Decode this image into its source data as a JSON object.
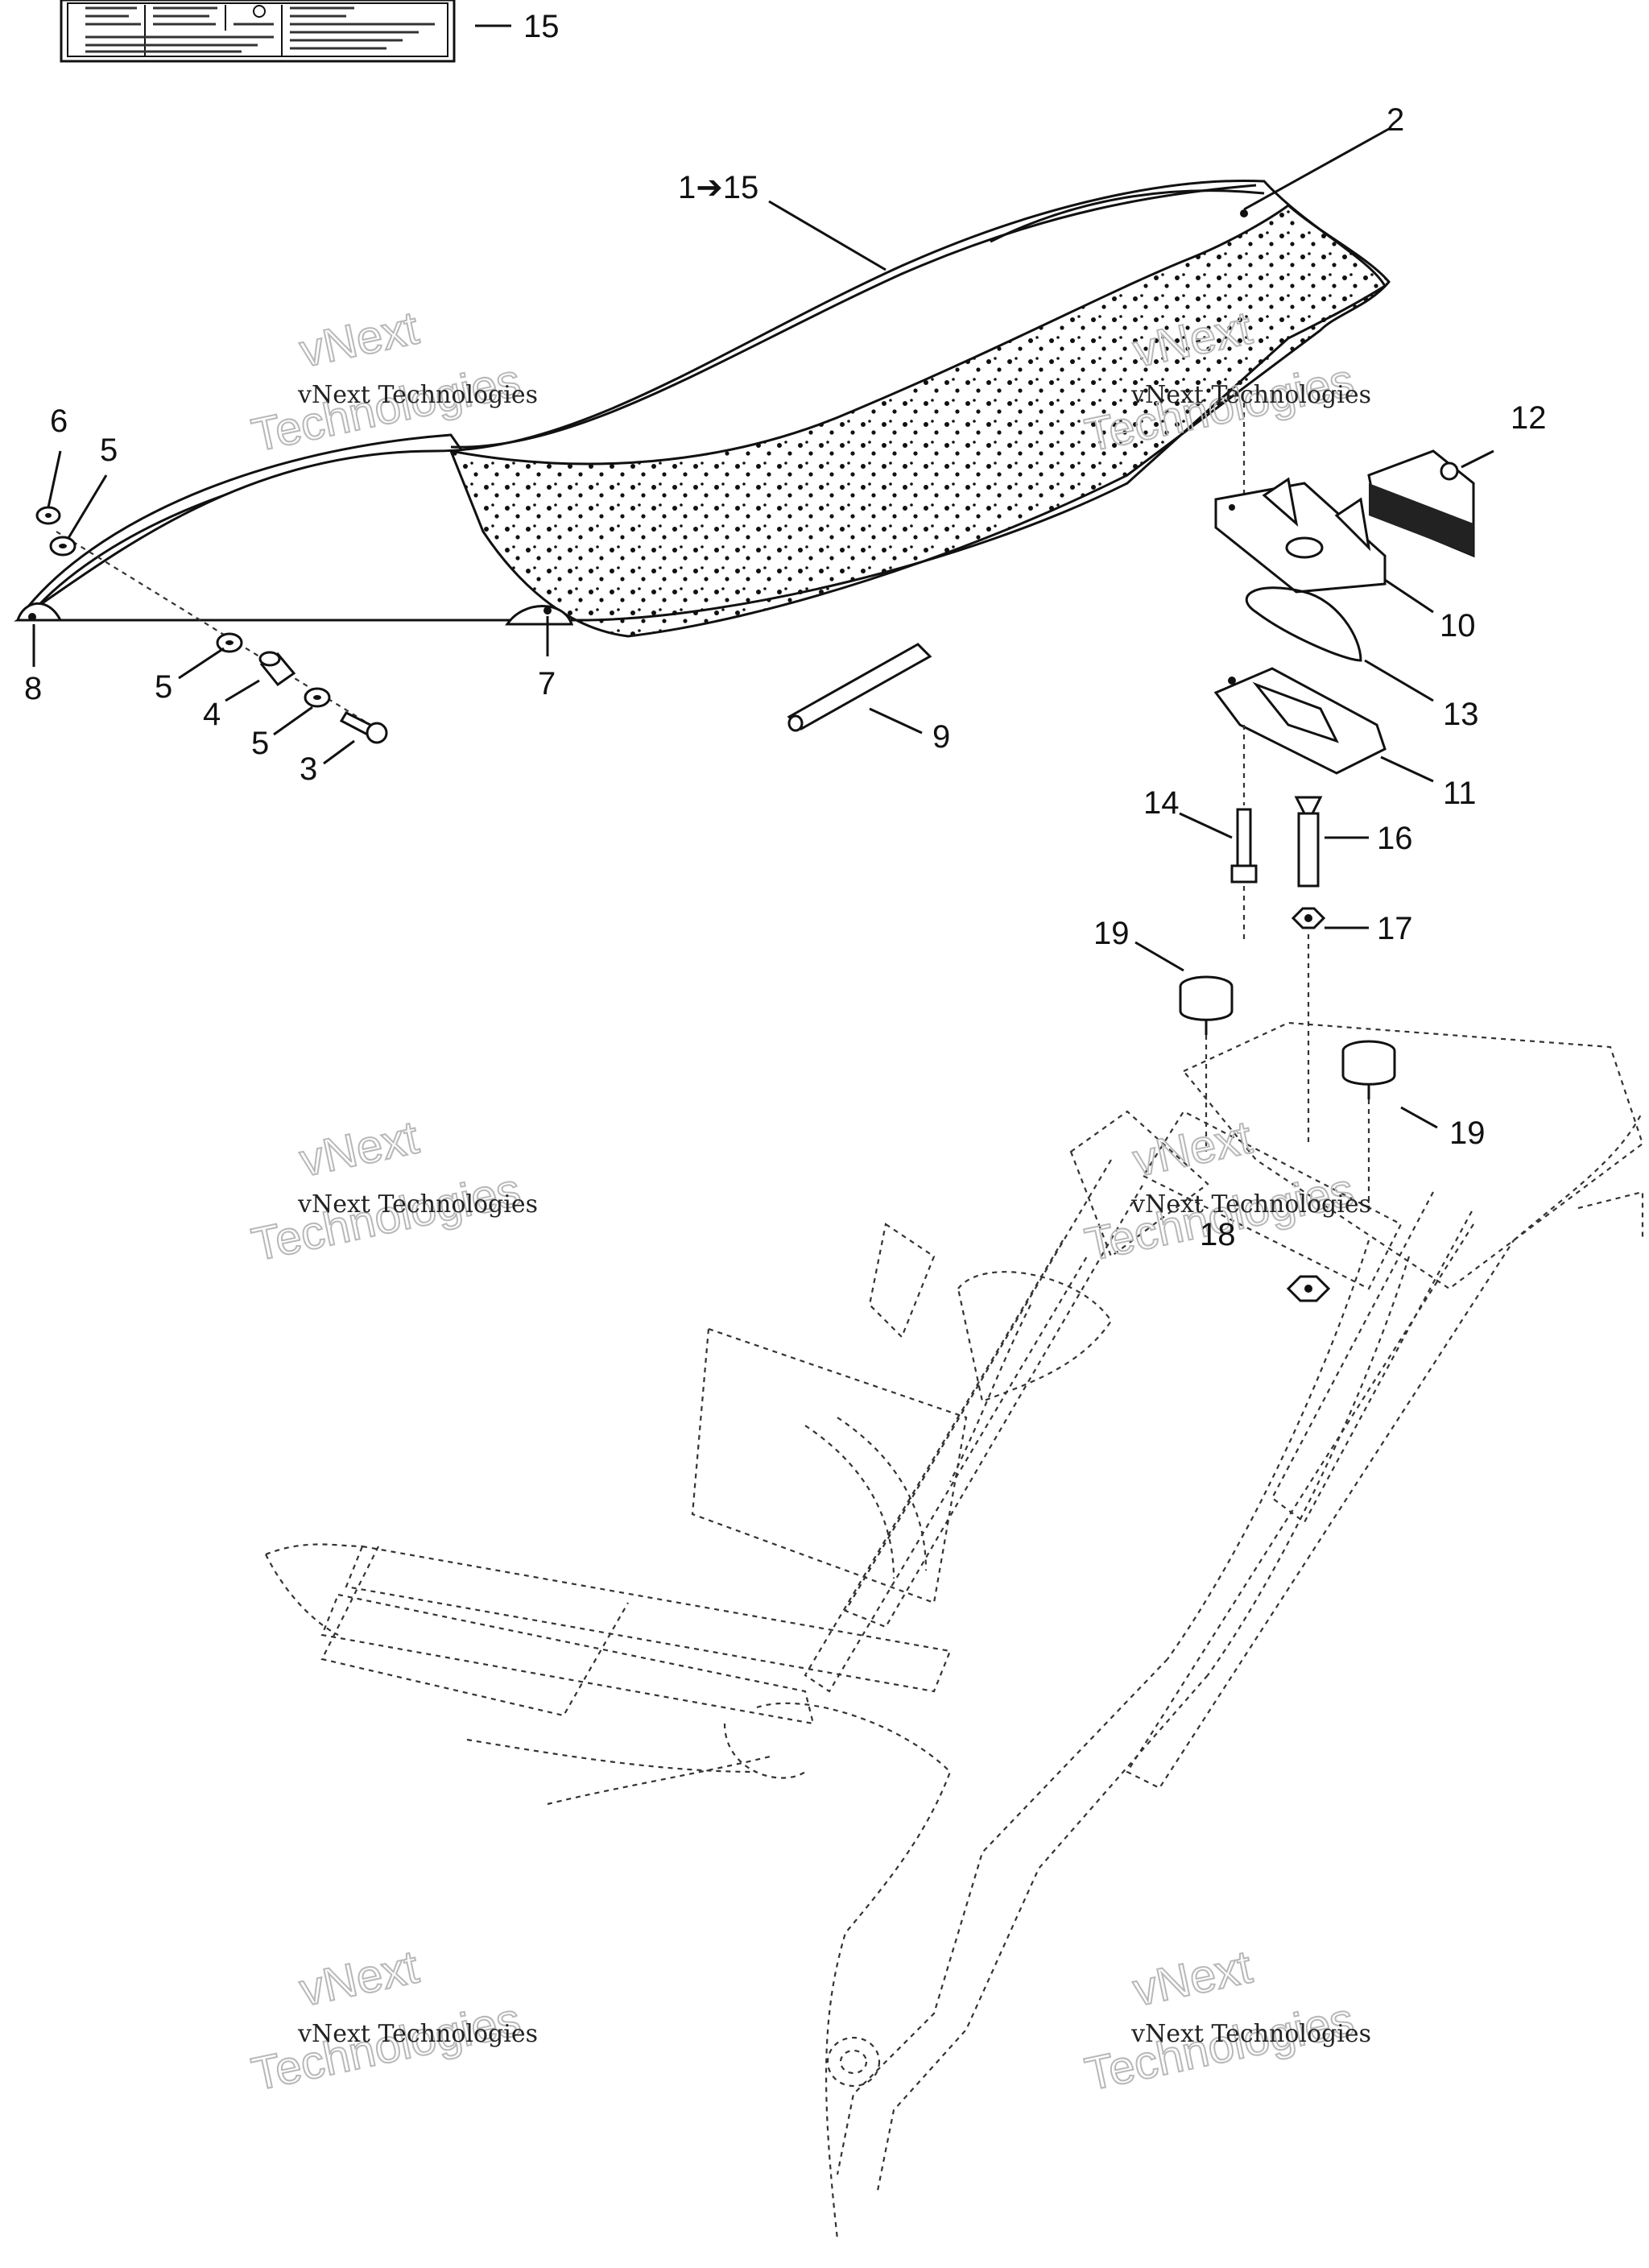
{
  "diagram": {
    "labels": {
      "l15_top": "15",
      "l2": "2",
      "l1_15": "1➔15",
      "l6": "6",
      "l5_a": "5",
      "l12": "12",
      "l10": "10",
      "l13": "13",
      "l11": "11",
      "l9": "9",
      "l8": "8",
      "l7": "7",
      "l5_b": "5",
      "l4": "4",
      "l5_c": "5",
      "l3": "3",
      "l14": "14",
      "l16": "16",
      "l17": "17",
      "l19_a": "19",
      "l19_b": "19",
      "l18": "18"
    },
    "watermark": {
      "line1": "vNext Technologies",
      "line2": "vNext",
      "line3": "Technologies"
    }
  }
}
